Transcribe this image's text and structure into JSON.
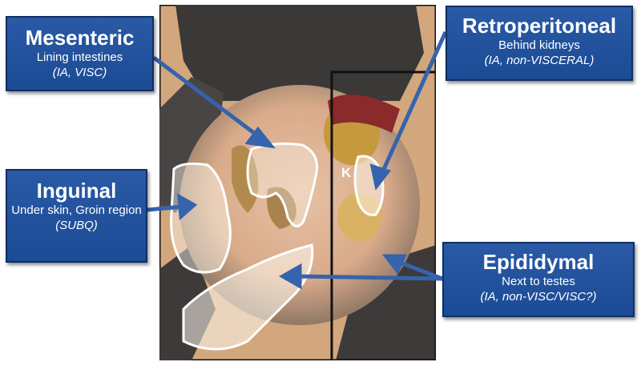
{
  "callouts": {
    "mesenteric": {
      "title": "Mesenteric",
      "subtitle": "Lining intestines",
      "note": "(IA, VISC)"
    },
    "retroperitoneal": {
      "title": "Retroperitoneal",
      "subtitle": "Behind kidneys",
      "note": "(IA, non-VISCERAL)"
    },
    "inguinal": {
      "title": "Inguinal",
      "subtitle": "Under skin, Groin region",
      "note": "(SUBQ)"
    },
    "epididymal": {
      "title": "Epididymal",
      "subtitle": "Next to testes",
      "note": "(IA, non-VISC/VISC?)"
    }
  },
  "photo": {
    "kidney_label": "K"
  },
  "colors": {
    "callout_fill": "#1f4f9a",
    "arrow": "#3563ad",
    "outline": "#ffffff"
  }
}
